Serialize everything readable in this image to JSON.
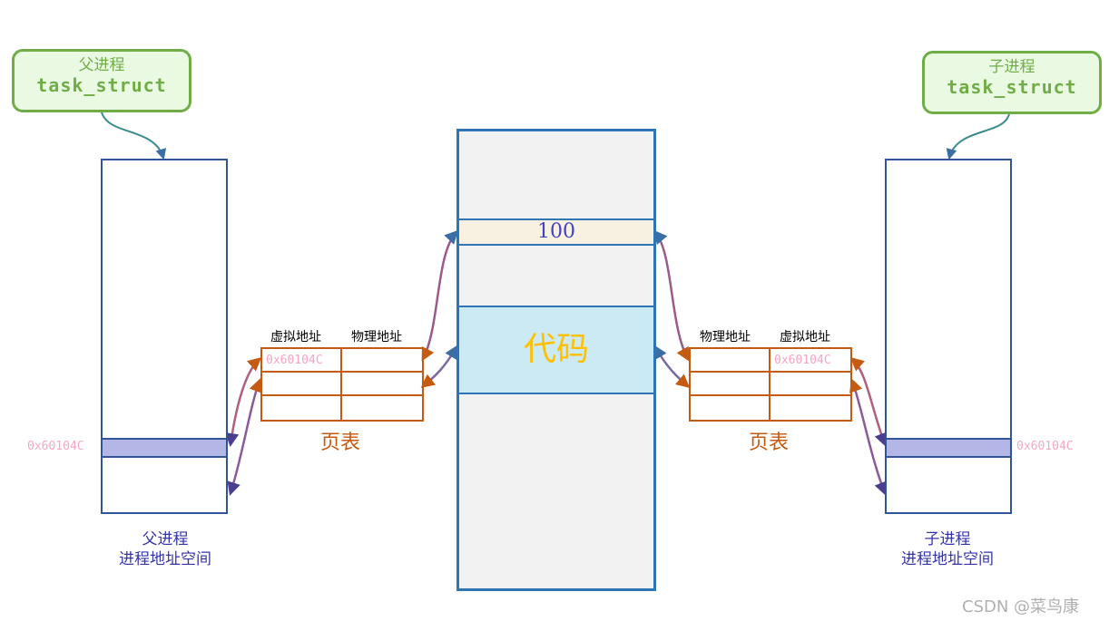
{
  "parent": {
    "callout_line1": "父进程",
    "callout_line2": "task_struct",
    "space_caption_line1": "父进程",
    "space_caption_line2": "进程地址空间",
    "address": "0x60104C"
  },
  "child": {
    "callout_line1": "子进程",
    "callout_line2": "task_struct",
    "space_caption_line1": "子进程",
    "space_caption_line2": "进程地址空间",
    "address": "0x60104C"
  },
  "page_table_left": {
    "headers": [
      "虚拟地址",
      "物理地址"
    ],
    "rows": [
      [
        "0x60104C",
        ""
      ],
      [
        "",
        ""
      ],
      [
        "",
        ""
      ]
    ],
    "caption": "页表"
  },
  "page_table_right": {
    "headers": [
      "物理地址",
      "虚拟地址"
    ],
    "rows": [
      [
        "",
        "0x60104C"
      ],
      [
        "",
        ""
      ],
      [
        "",
        ""
      ]
    ],
    "caption": "页表"
  },
  "physical_memory": {
    "value_cell": "100",
    "code_label": "代码"
  },
  "watermark": "CSDN @菜鸟康",
  "colors": {
    "space_border": "#2f5597",
    "highlight": "#b4b6e6",
    "page_table": "#c55a11",
    "physical_border": "#2e75b6",
    "callout_border": "#70ad47",
    "code_text": "#ffc000",
    "address_text": "#f4a7c0"
  }
}
